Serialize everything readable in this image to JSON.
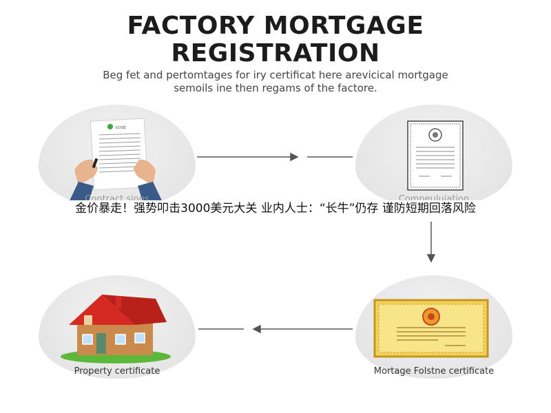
{
  "header": {
    "title_line1": "FACTORY MORTGAGE",
    "title_line2": "REGISTRATION",
    "subtitle_line1": "Beg fet and pertomtages for iry certificat here arevicical mortgage",
    "subtitle_line2": "semoils ine then regams of the factore."
  },
  "steps": [
    {
      "label": "Contract sions"
    },
    {
      "label": "Compeuluiation"
    },
    {
      "label": "Property certificate"
    },
    {
      "label": "Mortage Folstne certificate"
    }
  ],
  "document": {
    "header_text": "ccrst"
  },
  "overlay": {
    "headline": "金价暴走！强势叩击3000美元大关 业内人士：“长牛”仍存 谨防短期回落风险"
  },
  "colors": {
    "roof": "#d42a22",
    "walls": "#c98a4b",
    "grass": "#5cb83a",
    "certificate_gold": "#f1d35a",
    "arrow": "#555555"
  }
}
